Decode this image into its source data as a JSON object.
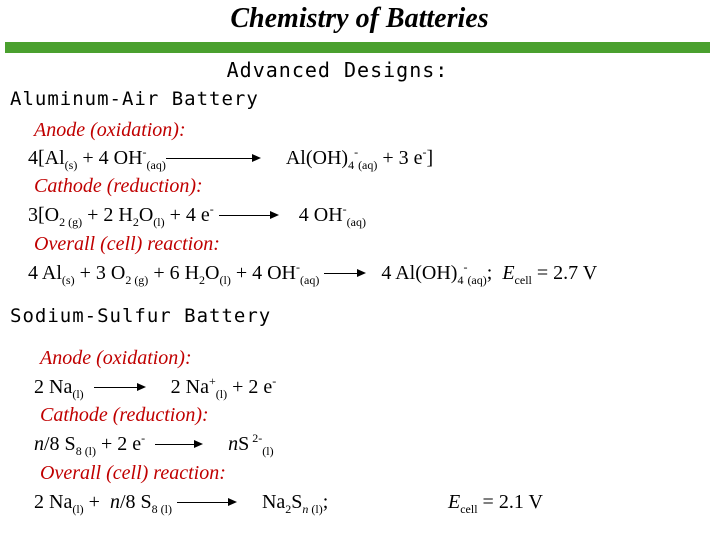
{
  "title": "Chemistry of Batteries",
  "colors": {
    "accent_bar": "#4aa02e",
    "label": "#c00000"
  },
  "subtitle": "Advanced Designs:",
  "aluminum_air": {
    "heading": "Aluminum-Air Battery",
    "anode_label": "Anode (oxidation):",
    "cathode_label": "Cathode (reduction):",
    "overall_label": "Overall (cell) reaction:",
    "ecell": "2.7 V"
  },
  "sodium_sulfur": {
    "heading": "Sodium-Sulfur Battery",
    "anode_label": "Anode (oxidation):",
    "cathode_label": "Cathode (reduction):",
    "overall_label": "Overall (cell) reaction:",
    "ecell": "2.1 V"
  }
}
